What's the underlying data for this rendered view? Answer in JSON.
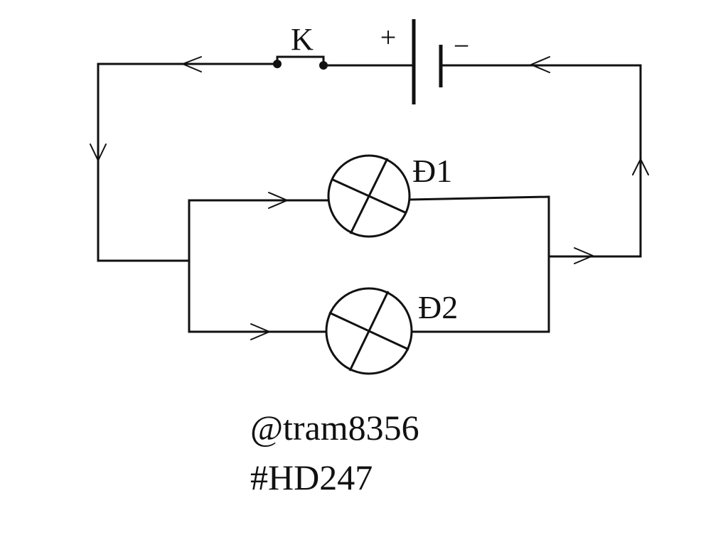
{
  "labels": {
    "switch": "K",
    "battery_positive": "+",
    "battery_negative": "−",
    "lamp1": "Đ1",
    "lamp2": "Đ2"
  },
  "credits": {
    "author": "@tram8356",
    "tag": "#HD247"
  },
  "colors": {
    "ink": "#111111",
    "background": "#ffffff"
  },
  "icons": [
    "switch-icon",
    "battery-icon",
    "lamp-icon",
    "current-arrow-icon"
  ]
}
